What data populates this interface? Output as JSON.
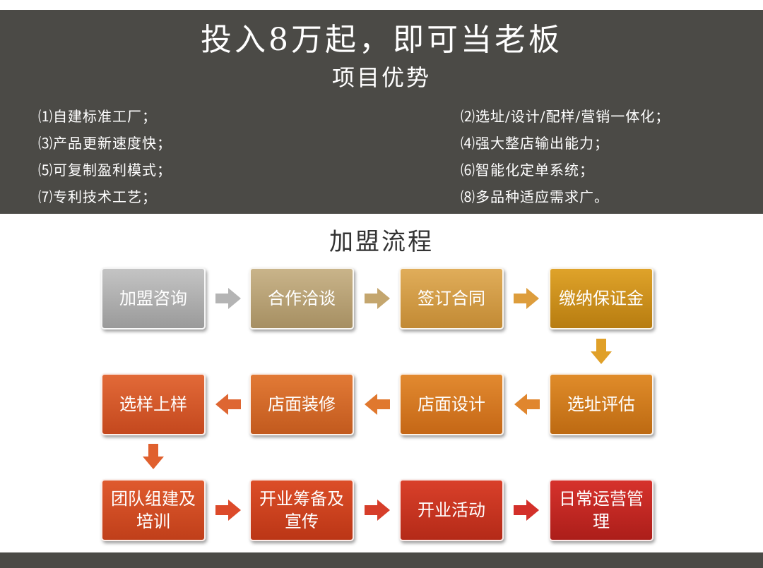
{
  "header": {
    "headline": "投入8万起，即可当老板",
    "advantages_title": "项目优势",
    "advantages": [
      "⑴自建标准工厂；",
      "⑵选址/设计/配样/营销一体化；",
      "⑶产品更新速度快；",
      "⑷强大整店输出能力；",
      "⑸可复制盈利模式；",
      "⑹智能化定单系统；",
      "⑺专利技术工艺；",
      "⑻多品种适应需求广。"
    ]
  },
  "process": {
    "title": "加盟流程",
    "steps": [
      "加盟咨询",
      "合作洽谈",
      "签订合同",
      "缴纳保证金",
      "选址评估",
      "店面设计",
      "店面装修",
      "选样上样",
      "团队组建及培训",
      "开业筹备及宣传",
      "开业活动",
      "日常运营管理"
    ]
  },
  "colors": {
    "header_bg": "#4b4a46",
    "step_gradients": [
      [
        "#c4c4c4",
        "#9a9a9a"
      ],
      [
        "#c9b48a",
        "#a68f62"
      ],
      [
        "#e0ad5a",
        "#c28a34"
      ],
      [
        "#dfa32a",
        "#b77c10"
      ],
      [
        "#e08c2a",
        "#bd6a12"
      ],
      [
        "#e28a30",
        "#c56716"
      ],
      [
        "#e27a36",
        "#c25a1e"
      ],
      [
        "#e26a38",
        "#c4481e"
      ],
      [
        "#df5a2e",
        "#c03f1a"
      ],
      [
        "#dc4e28",
        "#bb3616"
      ],
      [
        "#d9402a",
        "#b42a18"
      ],
      [
        "#d6322c",
        "#ac1e1a"
      ]
    ],
    "arrow_colors": [
      "#b4b4b4",
      "#c4a66e",
      "#dd9d3c",
      "#e0a028",
      "#e0862e",
      "#e0782e",
      "#de6632",
      "#e0602e",
      "#dc4a2a",
      "#d63e2a",
      "#d3302a"
    ]
  }
}
